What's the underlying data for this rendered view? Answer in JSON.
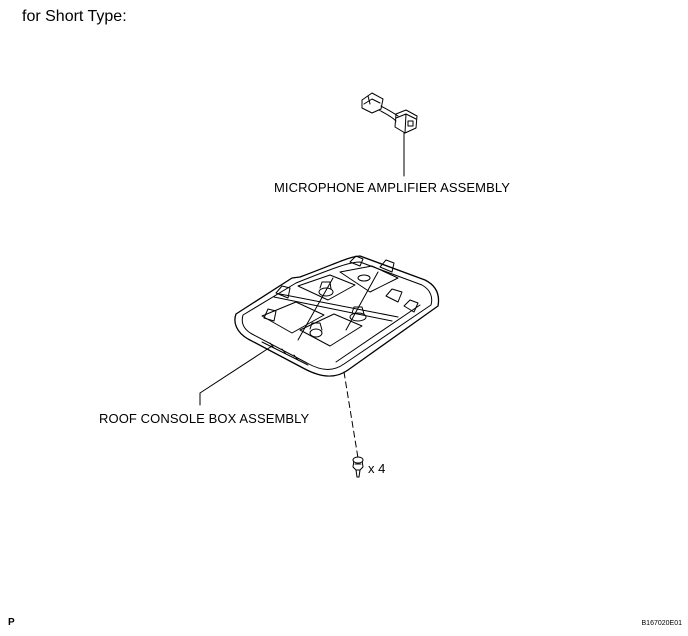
{
  "heading": "for Short Type:",
  "parts": {
    "microphone": {
      "label": "MICROPHONE AMPLIFIER ASSEMBLY"
    },
    "console": {
      "label": "ROOF CONSOLE BOX ASSEMBLY"
    },
    "screw": {
      "quantity": "x 4"
    }
  },
  "footer": {
    "page_marker": "P",
    "figure_code": "B167020E01"
  }
}
